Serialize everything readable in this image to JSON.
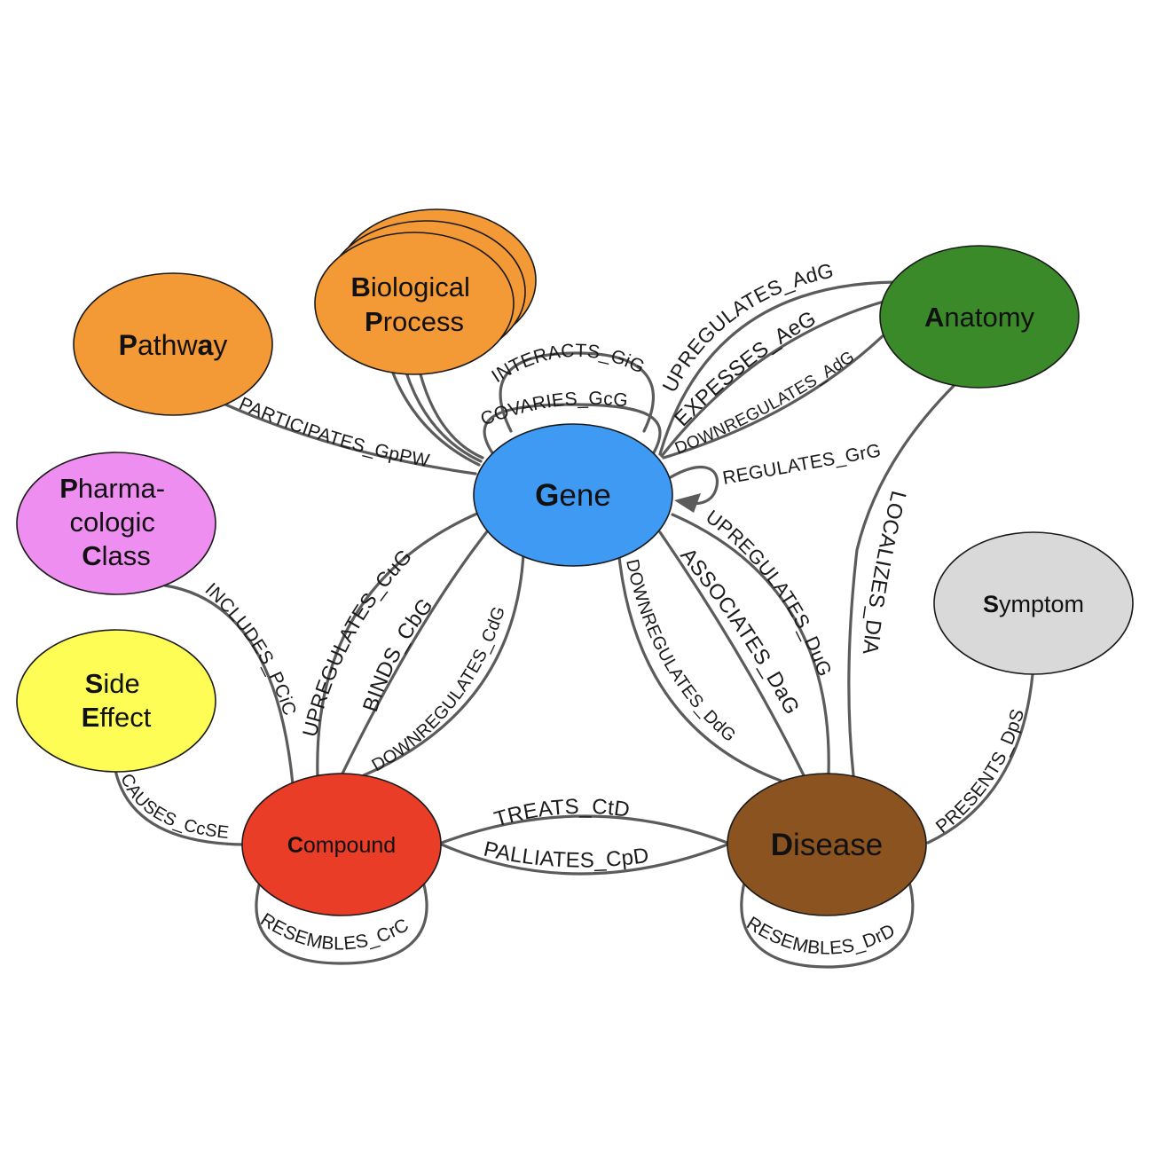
{
  "colors": {
    "pathway": "#f39a37",
    "biological_process": "#f39a37",
    "anatomy": "#3b8a2a",
    "pharmacologic_class": "#ee8ef1",
    "gene": "#3f9af4",
    "symptom": "#d9d9d9",
    "side_effect": "#fdfd55",
    "compound": "#e93d27",
    "disease": "#8b5320",
    "edge": "#5b5b5b"
  },
  "nodes": {
    "pathway": {
      "l1a": "P",
      "l1b": "athw",
      "l1c": "a",
      "l1d": "y"
    },
    "biological_process": {
      "l1a": "B",
      "l1b": "iological",
      "l2a": "P",
      "l2b": "rocess"
    },
    "anatomy": {
      "l1a": "A",
      "l1b": "natomy"
    },
    "pharmacologic_class": {
      "l1a": "P",
      "l1b": "harma-",
      "l2": "cologic",
      "l3a": "C",
      "l3b": "lass"
    },
    "gene": {
      "l1a": "G",
      "l1b": "ene"
    },
    "symptom": {
      "l1a": "S",
      "l1b": "ymptom"
    },
    "side_effect": {
      "l1a": "S",
      "l1b": "ide",
      "l2a": "E",
      "l2b": "ffect"
    },
    "compound": {
      "l1a": "C",
      "l1b": "ompound"
    },
    "disease": {
      "l1a": "D",
      "l1b": "isease"
    }
  },
  "edges": {
    "interacts_gig": "INTERACTS_GiG",
    "covaries_gcg": "COVARIES_GcG",
    "participates_gppw": "PARTICIPATES_GpPW",
    "upregulates_adg": "UPREGULATES_AdG",
    "expresses_aeg": "EXPESSES_AeG",
    "downregulates_adg": "DOWNREGULATES_AdG",
    "regulates_grg": "REGULATES_GrG",
    "upregulates_cug": "UPREGULATES_CuG",
    "binds_cbg": "BINDS_CbG",
    "downregulates_cdg": "DOWNREGULATES_CdG",
    "downregulates_ddg": "DOWNREGULATES_DdG",
    "associates_dag": "ASSOCIATES_DaG",
    "upregulates_dug": "UPREGULATES_DuG",
    "localizes_dla": "LOCALIZES_DlA",
    "includes_pcic": "INCLUDES_PCiC",
    "presents_dps": "PRESENTS_DpS",
    "causes_ccse": "CAUSES_CcSE",
    "treats_ctd": "TREATS_CtD",
    "palliates_cpd": "PALLIATES_CpD",
    "resembles_crc": "RESEMBLES_CrC",
    "resembles_drd": "RESEMBLES_DrD"
  }
}
